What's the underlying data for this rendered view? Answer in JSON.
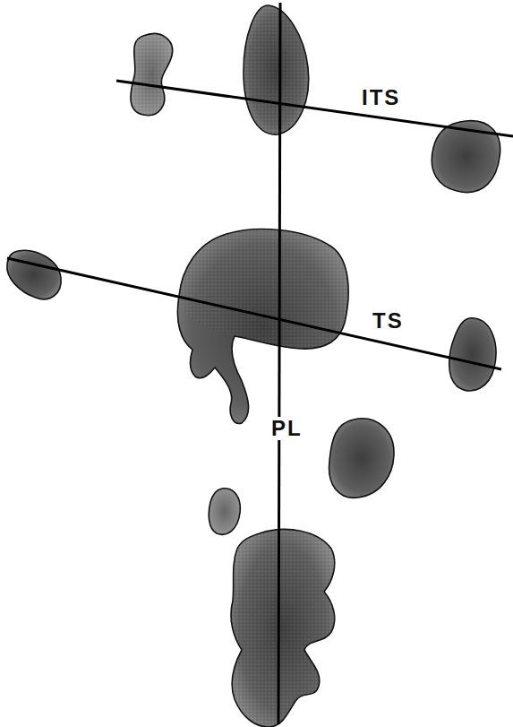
{
  "diagram": {
    "labels": [
      "ITS",
      "TS",
      "PL"
    ]
  }
}
